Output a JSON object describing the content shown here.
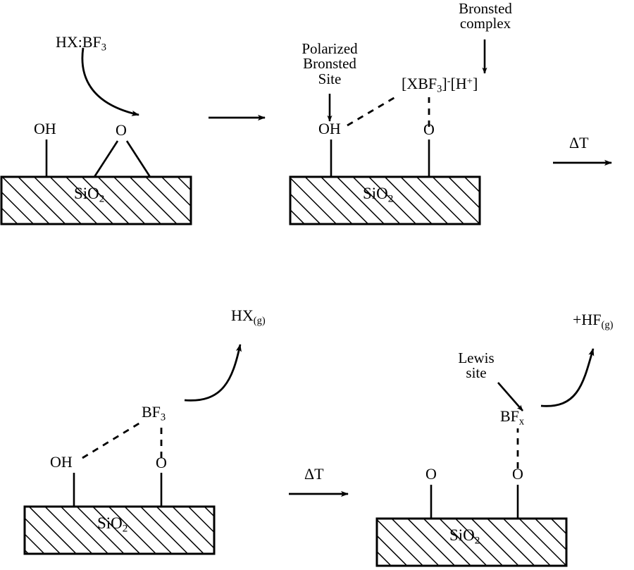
{
  "figure": {
    "type": "reaction-scheme",
    "title": "BF3 / HX interaction with silica surface reaction scheme",
    "substrate_label": "SiO",
    "substrate_sub": "2"
  },
  "panel1": {
    "reagent": "HX:BF",
    "reagent_sub": "3",
    "surface_oh": "OH",
    "surface_o": "O",
    "substrate": "SiO",
    "substrate_sub": "2"
  },
  "arrow1": {
    "label": ""
  },
  "panel2": {
    "annotation_left_line1": "Polarized",
    "annotation_left_line2": "Bronsted",
    "annotation_left_line3": "Site",
    "annotation_top_line1": "Bronsted",
    "annotation_top_line2": "complex",
    "complex_open": "[XBF",
    "complex_sub": "3",
    "complex_mid": "]",
    "complex_charge1": "-",
    "complex_h_open": "[H",
    "complex_charge2": "+",
    "complex_close": "]",
    "surface_oh": "OH",
    "surface_o": "O",
    "substrate": "SiO",
    "substrate_sub": "2"
  },
  "arrow2": {
    "label": "ΔT"
  },
  "panel3": {
    "gas_product": "HX",
    "gas_product_sub": "(g)",
    "adsorbate": "BF",
    "adsorbate_sub": "3",
    "surface_oh": "OH",
    "surface_o": "O",
    "substrate": "SiO",
    "substrate_sub": "2"
  },
  "arrow3": {
    "label": "ΔT"
  },
  "panel4": {
    "annotation_line1": "Lewis",
    "annotation_line2": "site",
    "gas_product": "+HF",
    "gas_product_sub": "(g)",
    "adsorbate": "BF",
    "adsorbate_sub": "x",
    "surface_o_left": "O",
    "surface_o_right": "O",
    "substrate": "SiO",
    "substrate_sub": "2"
  },
  "colors": {
    "ink": "#000000",
    "paper": "#ffffff"
  }
}
